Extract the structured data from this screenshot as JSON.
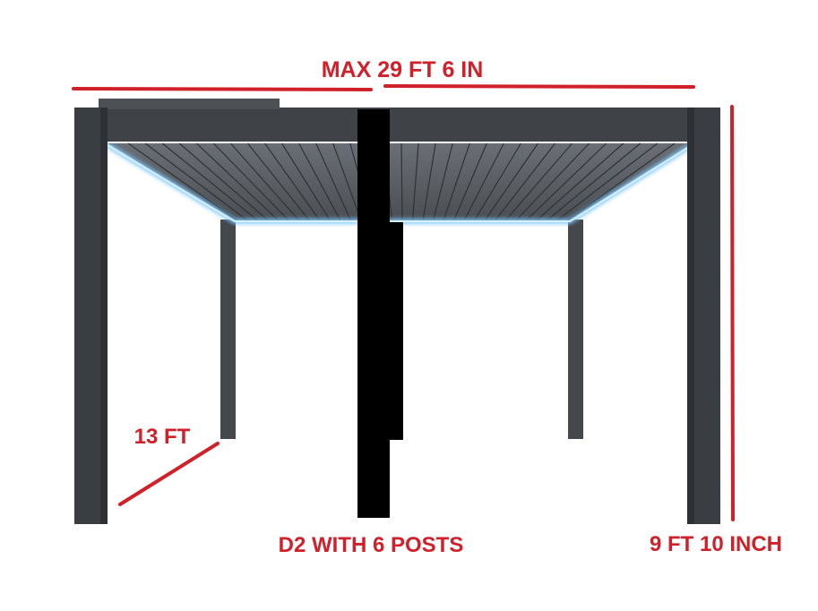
{
  "labels": {
    "max_width": "MAX 29 FT 6 IN",
    "depth": "13 FT",
    "model": "D2 WITH 6 POSTS",
    "height": "9 FT 10 INCH"
  },
  "colors": {
    "dimension": "#d0202a",
    "frame": "#3f4246",
    "frame_dark": "#2e3034",
    "louver": "#5b6066",
    "led": "#7cc8ff",
    "divider": "#000000"
  }
}
